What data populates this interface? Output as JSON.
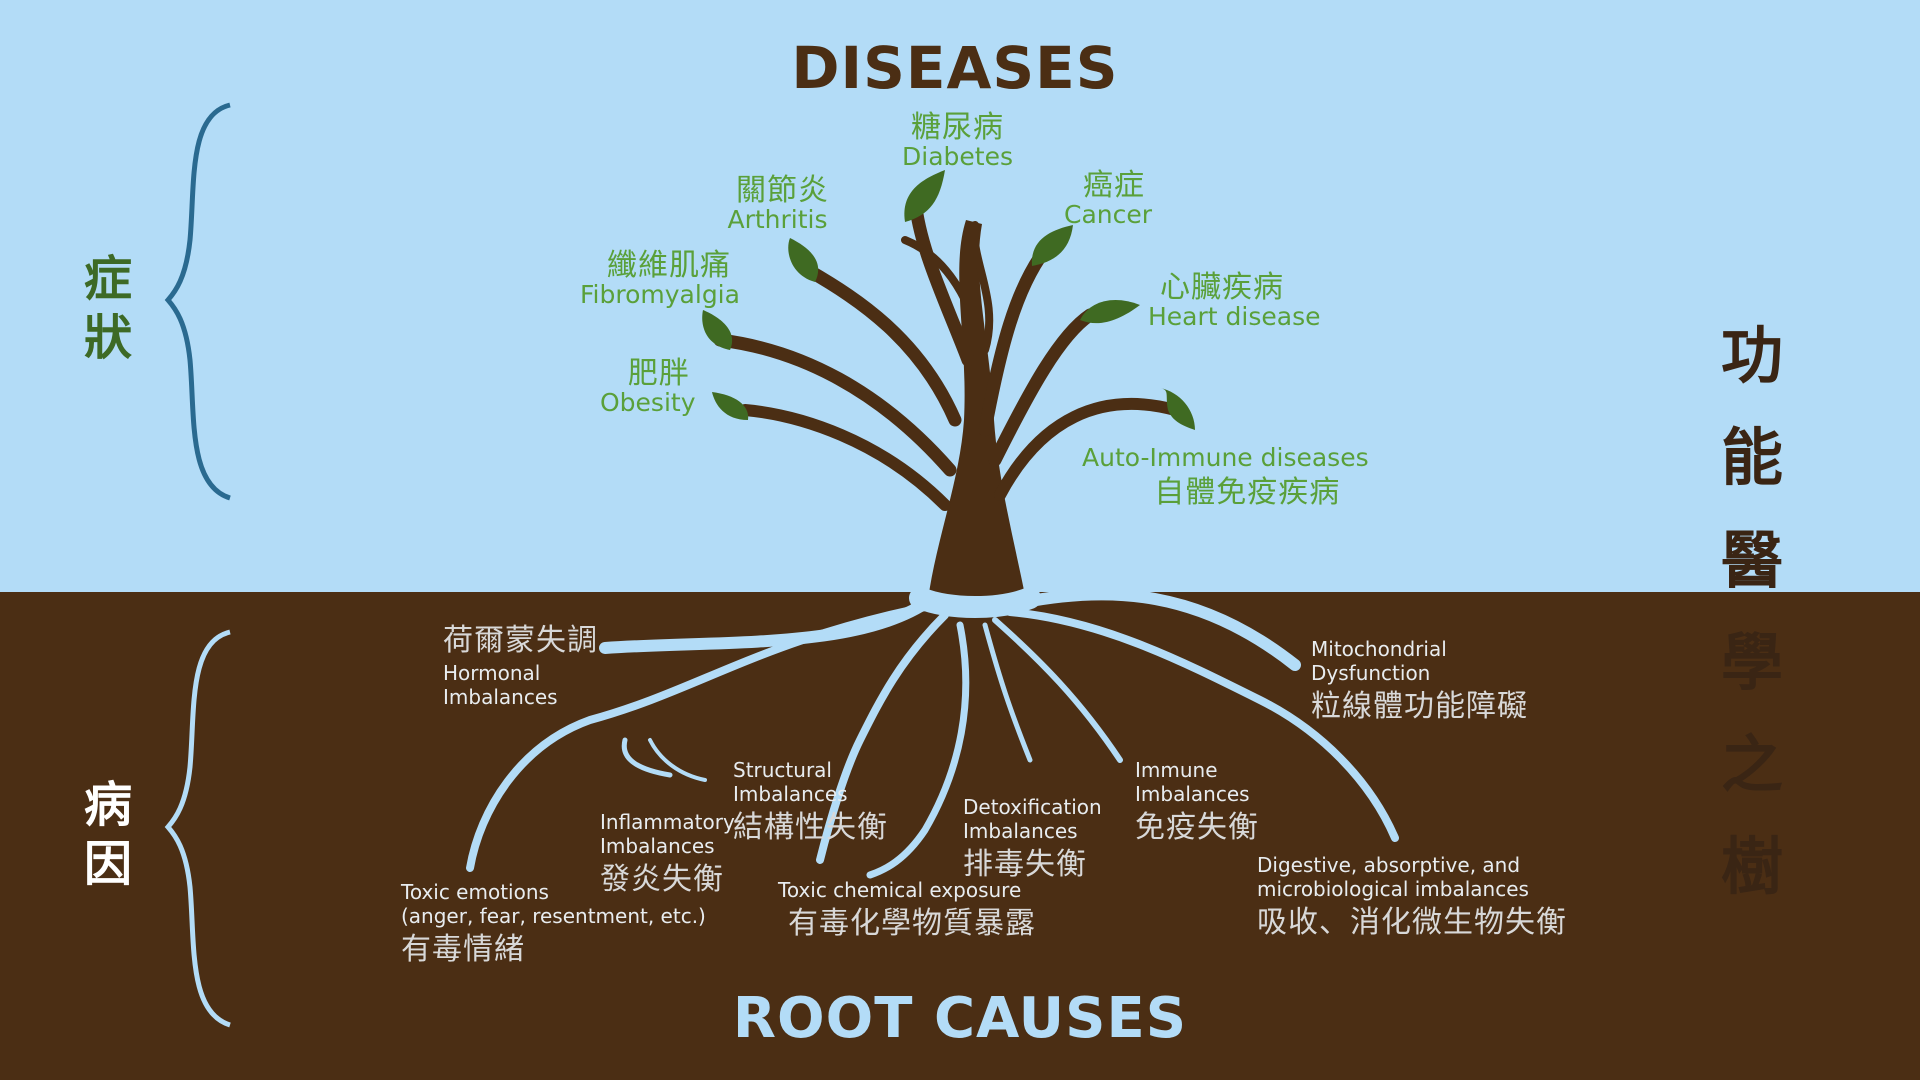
{
  "title_top": "DISEASES",
  "title_bottom": "ROOT CAUSES",
  "side_label_top": [
    "症",
    "狀"
  ],
  "side_label_bottom": [
    "病",
    "因"
  ],
  "vertical_title": [
    "功",
    "能",
    "醫",
    "學",
    "之",
    "樹"
  ],
  "diseases": {
    "diabetes": {
      "zh": "糖尿病",
      "en": "Diabetes"
    },
    "arthritis": {
      "zh": "關節炎",
      "en": "Arthritis"
    },
    "cancer": {
      "zh": "癌症",
      "en": "Cancer"
    },
    "fibromyalgia": {
      "zh": "纖維肌痛",
      "en": "Fibromyalgia"
    },
    "heart": {
      "zh": "心臟疾病",
      "en": "Heart disease"
    },
    "obesity": {
      "zh": "肥胖",
      "en": "Obesity"
    },
    "autoimmune": {
      "en": "Auto-Immune diseases",
      "zh": "自體免疫疾病"
    }
  },
  "root_causes": {
    "hormonal": {
      "zh": "荷爾蒙失調",
      "en1": "Hormonal",
      "en2": "Imbalances"
    },
    "mitochondrial": {
      "en1": "Mitochondrial",
      "en2": "Dysfunction",
      "zh": "粒線體功能障礙"
    },
    "structural": {
      "en1": "Structural",
      "en2": "Imbalances",
      "zh": "結構性失衡"
    },
    "inflammatory": {
      "en1": "Inflammatory",
      "en2": "Imbalances",
      "zh": "發炎失衡"
    },
    "detox": {
      "en1": "Detoxification",
      "en2": "Imbalances",
      "zh": "排毒失衡"
    },
    "immune": {
      "en1": "Immune",
      "en2": "Imbalances",
      "zh": "免疫失衡"
    },
    "toxic_emotions": {
      "en1": "Toxic emotions",
      "en2": "(anger, fear, resentment, etc.)",
      "zh": "有毒情緒"
    },
    "toxic_chemical": {
      "en1": "Toxic chemical exposure",
      "zh": "有毒化學物質暴露"
    },
    "digestive": {
      "en1": "Digestive, absorptive, and",
      "en2": "microbiological imbalances",
      "zh": "吸收、消化微生物失衡"
    }
  },
  "colors": {
    "sky": "#b3dcf7",
    "soil": "#4b2e14",
    "leaf": "#3f6a22",
    "disease_text": "#5aa03a",
    "bracket": "#2a6a90"
  }
}
